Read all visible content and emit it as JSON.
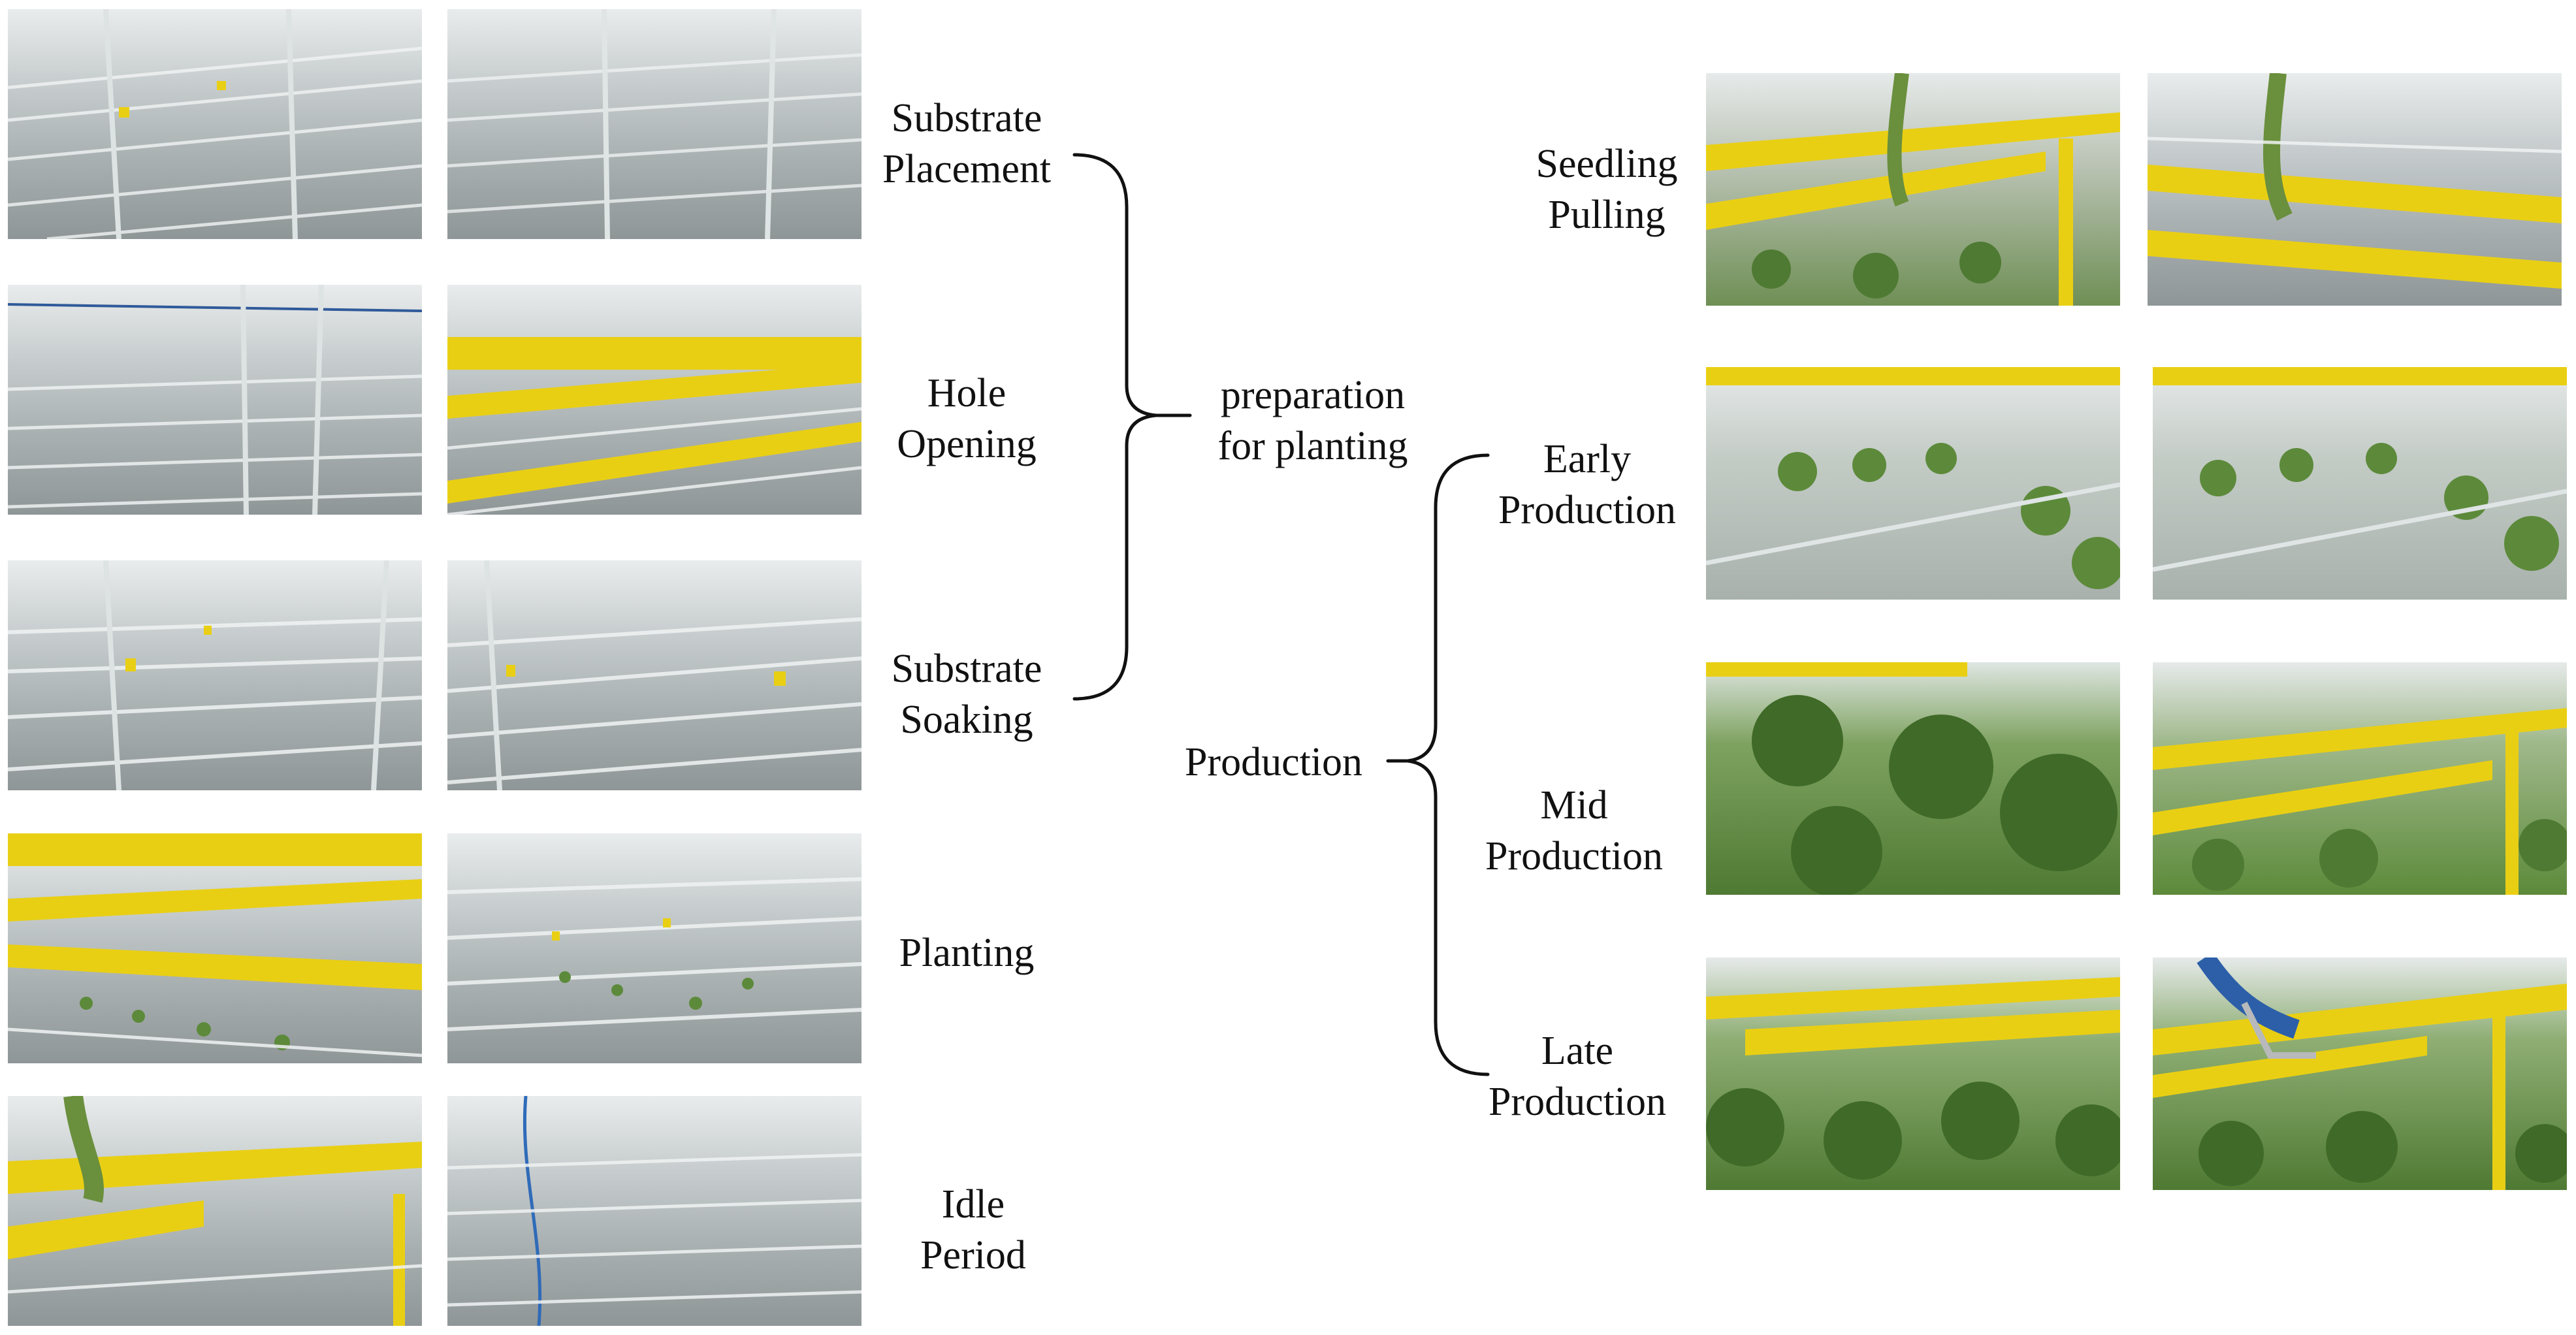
{
  "stages": {
    "substrate_placement": [
      "Substrate",
      "Placement"
    ],
    "hole_opening": [
      "Hole",
      "Opening"
    ],
    "substrate_soaking": [
      "Substrate",
      "Soaking"
    ],
    "planting": [
      "Planting"
    ],
    "idle_period": [
      "Idle",
      "Period"
    ],
    "preparation": [
      "preparation",
      "for planting"
    ],
    "production": [
      "Production"
    ],
    "seedling_pulling": [
      "Seedling",
      "Pulling"
    ],
    "early_production": [
      "Early",
      "Production"
    ],
    "mid_production": [
      "Mid",
      "Production"
    ],
    "late_production": [
      "Late",
      "Production"
    ]
  },
  "colors": {
    "yellow_trap_tape": "#e9cf14",
    "plant_green": "#5c8a3a",
    "greenhouse_grey": "#b4babb"
  },
  "photo_icons": {
    "empty_rows": "greenhouse-empty-rows-photo",
    "yellow_tape": "greenhouse-yellow-tape-photo",
    "plants": "greenhouse-plants-photo"
  }
}
